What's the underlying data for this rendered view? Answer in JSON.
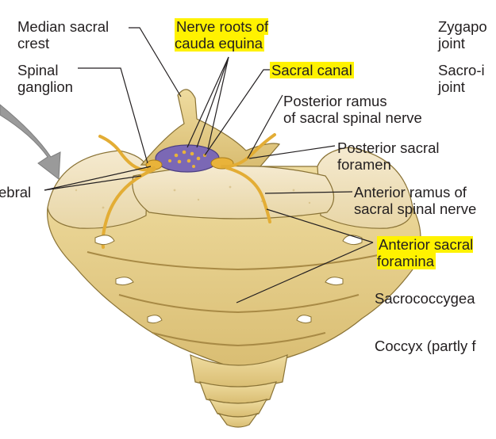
{
  "labels": {
    "median_sacral_crest": "Median sacral\ncrest",
    "nerve_roots": "Nerve roots of\ncauda equina",
    "zygapophysial_joint": "Zygapo\njoint",
    "spinal_ganglion": "Spinal\nganglion",
    "sacral_canal": "Sacral canal",
    "sacroiliac_joint": "Sacro-i\njoint",
    "posterior_ramus": "Posterior ramus\nof sacral spinal nerve",
    "posterior_sacral_foramen": "Posterior sacral\nforamen",
    "vertebral_partial": "ebral",
    "anterior_ramus": "Anterior ramus of\nsacral spinal nerve",
    "anterior_sacral_foramina": "Anterior sacral\nforamina",
    "sacrococcygeal": "Sacrococcygea",
    "coccyx": "Coccyx (partly f"
  },
  "colors": {
    "bone": "#e6cf8c",
    "bone_shadow": "#bfa35a",
    "nerve": "#e9b33a",
    "canal": "#7b68b5",
    "highlight": "#fff200",
    "arrow": "#9a9a9a"
  }
}
